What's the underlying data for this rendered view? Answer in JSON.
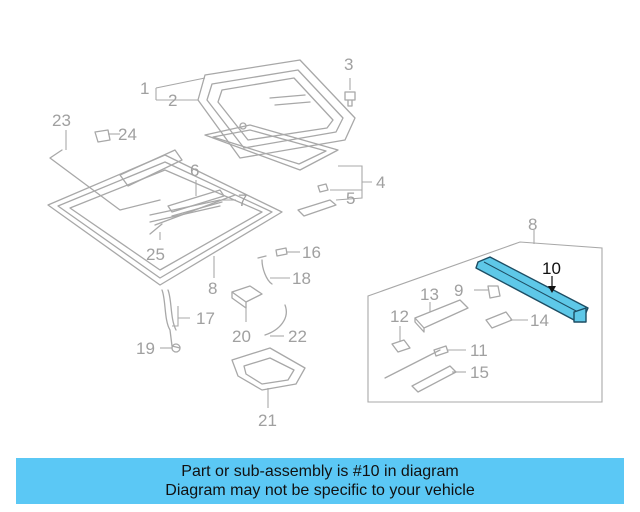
{
  "callouts": {
    "c1": "1",
    "c2": "2",
    "c3": "3",
    "c4": "4",
    "c5": "5",
    "c6": "6",
    "c7": "7",
    "c8a": "8",
    "c8b": "8",
    "c9": "9",
    "c10": "10",
    "c11": "11",
    "c12": "12",
    "c13": "13",
    "c14": "14",
    "c15": "15",
    "c16": "16",
    "c17": "17",
    "c18": "18",
    "c19": "19",
    "c20": "20",
    "c21": "21",
    "c22": "22",
    "c23": "23",
    "c24": "24",
    "c25": "25"
  },
  "highlight": {
    "part_number": "10",
    "color": "#5ec8e8"
  },
  "banner": {
    "line1": "Part or sub-assembly is #10 in diagram",
    "line2": "Diagram may not be specific to your vehicle",
    "background": "#5bc8f5"
  }
}
